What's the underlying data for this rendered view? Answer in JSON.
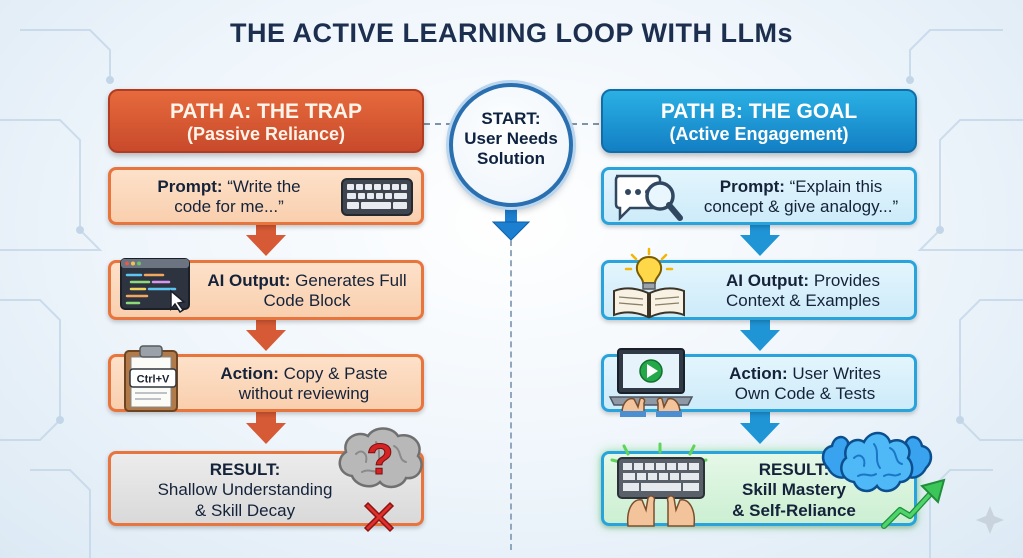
{
  "title": "THE ACTIVE LEARNING LOOP WITH LLMs",
  "start": {
    "line1": "START:",
    "line2": "User Needs",
    "line3": "Solution"
  },
  "path_a": {
    "header_line1": "PATH A: THE TRAP",
    "header_line2": "(Passive Reliance)",
    "steps": [
      {
        "label": "Prompt:",
        "line1_rest": " “Write the",
        "line2": "code for me...”"
      },
      {
        "label": "AI Output:",
        "line1_rest": " Generates Full",
        "line2": "Code Block"
      },
      {
        "label": "Action:",
        "line1_rest": " Copy & Paste",
        "line2": "without reviewing"
      }
    ],
    "result": {
      "line1": "RESULT:",
      "line2": "Shallow Understanding",
      "line3": "& Skill Decay"
    },
    "clipboard_text": "Ctrl+V"
  },
  "path_b": {
    "header_line1": "PATH B: THE GOAL",
    "header_line2": "(Active Engagement)",
    "steps": [
      {
        "label": "Prompt:",
        "line1_rest": " “Explain this",
        "line2": "concept & give analogy...”"
      },
      {
        "label": "AI Output:",
        "line1_rest": " Provides",
        "line2": "Context & Examples"
      },
      {
        "label": "Action:",
        "line1_rest": " User Writes",
        "line2": "Own Code & Tests"
      }
    ],
    "result": {
      "line1": "RESULT:",
      "line2": "Skill Mastery",
      "line3": "& Self-Reliance"
    }
  },
  "colors": {
    "path_a_accent": "#e8743e",
    "path_b_accent": "#29a3dc",
    "title": "#1c2f4e",
    "start_ring": "#2a6fb0"
  },
  "icons": {
    "path_a": [
      "keyboard-icon",
      "code-window-icon",
      "clipboard-icon",
      "confused-brain-icon",
      "red-x-icon"
    ],
    "path_b": [
      "search-chat-icon",
      "book-lightbulb-icon",
      "laptop-typing-icon",
      "strong-brain-icon",
      "growth-arrow-icon"
    ]
  }
}
